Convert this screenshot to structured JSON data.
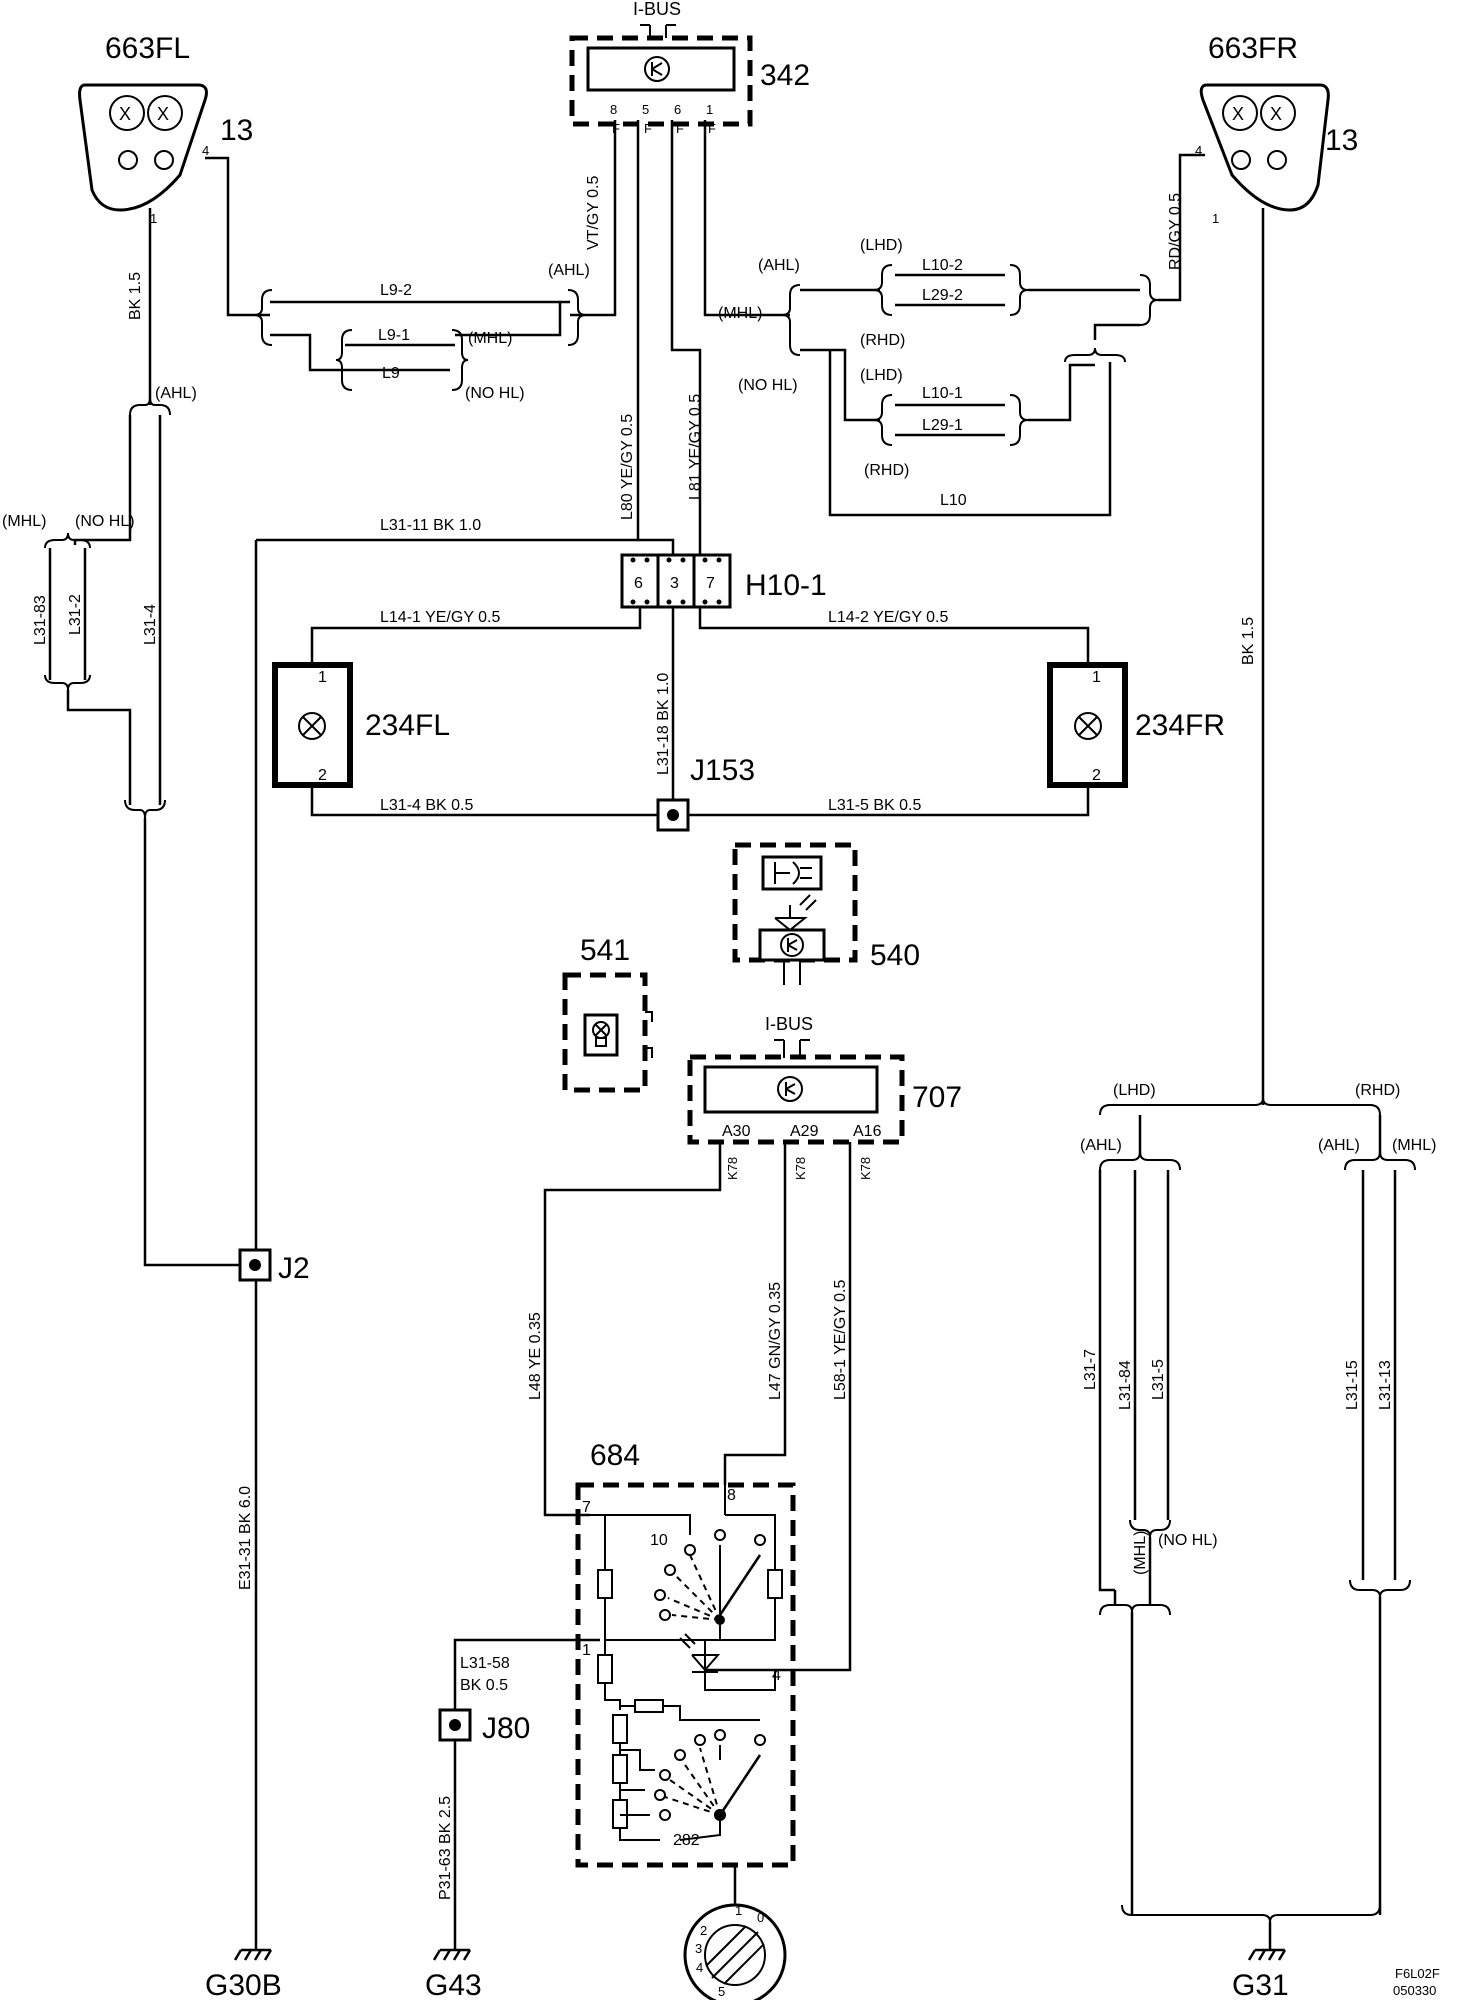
{
  "components": {
    "c663fl": "663FL",
    "c663fr": "663FR",
    "c342": "342",
    "c541": "541",
    "c540": "540",
    "c707": "707",
    "c684": "684",
    "c234fl": "234FL",
    "c234fr": "234FR",
    "h10": "H10-1",
    "j153": "J153",
    "j2": "J2",
    "j80": "J80",
    "g30b": "G30B",
    "g43": "G43",
    "g31": "G31",
    "ibus_top": "I-BUS",
    "ibus_mid": "I-BUS",
    "fig_id": "F6L02F",
    "fig_date": "050330"
  },
  "pins": {
    "p13_left": "13",
    "p13_right": "13",
    "p4_left": "4",
    "p4_right": "4",
    "p1_left": "1",
    "p1_right": "1",
    "p342_8": "8",
    "p342_5": "5",
    "p342_6": "6",
    "p342_1": "1",
    "pF": "F",
    "h10_6": "6",
    "h10_3": "3",
    "h10_7": "7",
    "l234fl_1": "1",
    "l234fl_2": "2",
    "l234fr_1": "1",
    "l234fr_2": "2",
    "a30": "A30",
    "a29": "A29",
    "a16": "A16",
    "k78": "K78",
    "s684_7": "7",
    "s684_8": "8",
    "s684_10": "10",
    "s684_1": "1",
    "s684_4": "4",
    "s684_282": "282",
    "dial_0": "0",
    "dial_1": "1",
    "dial_2": "2",
    "dial_3": "3",
    "dial_4": "4",
    "dial_5": "5"
  },
  "wires": {
    "bk15_left": "BK  1.5",
    "bk15_right": "BK  1.5",
    "l92": "L9-2",
    "l91": "L9-1",
    "l9": "L9",
    "vtgy": "VT/GY  0.5",
    "rdgy": "RD/GY  0.5",
    "l102": "L10-2",
    "l292": "L29-2",
    "l101": "L10-1",
    "l291": "L29-1",
    "l10": "L10",
    "l80": "L80  YE/GY  0.5",
    "l81": "L81  YE/GY  0.5",
    "l3111": "L31-11   BK   1.0",
    "l3183": "L31-83",
    "l312": "L31-2",
    "l314v": "L31-4",
    "l141": "L14-1  YE/GY 0.5",
    "l142": "L14-2  YE/GY 0.5",
    "l3118": "L31-18  BK  1.0",
    "l314h": "L31-4   BK    0.5",
    "l315h": "L31-5   BK   0.5",
    "e3131": "E31-31  BK  6.0",
    "l48": "L48   YE  0.35",
    "l47": "L47  GN/GY  0.35",
    "l581": "L58-1  YE/GY  0.5",
    "l3158": "L31-58",
    "l3158b": "BK    0.5",
    "p3163": "P31-63  BK  2.5",
    "l317": "L31-7",
    "l3184": "L31-84",
    "l315v": "L31-5",
    "l3115": "L31-15",
    "l3113": "L31-13"
  },
  "variants": {
    "ahl_1": "(AHL)",
    "mhl_1": "(MHL)",
    "nohl_1": "(NO HL)",
    "ahl_2": "(AHL)",
    "mhl_2": "(MHL)",
    "nohl_2": "(NO HL)",
    "ahl_3": "(AHL)",
    "mhl_3": "(MHL)",
    "nohl_3": "(NO HL)",
    "lhd_1": "(LHD)",
    "rhd_1": "(RHD)",
    "lhd_2": "(LHD)",
    "rhd_2": "(RHD)",
    "lhd_3": "(LHD)",
    "rhd_3": "(RHD)",
    "ahl_4": "(AHL)",
    "ahl_5": "(AHL)",
    "mhl_4": "(MHL)",
    "mhl_5": "(MHL)",
    "nohl_4": "(NO HL)"
  }
}
